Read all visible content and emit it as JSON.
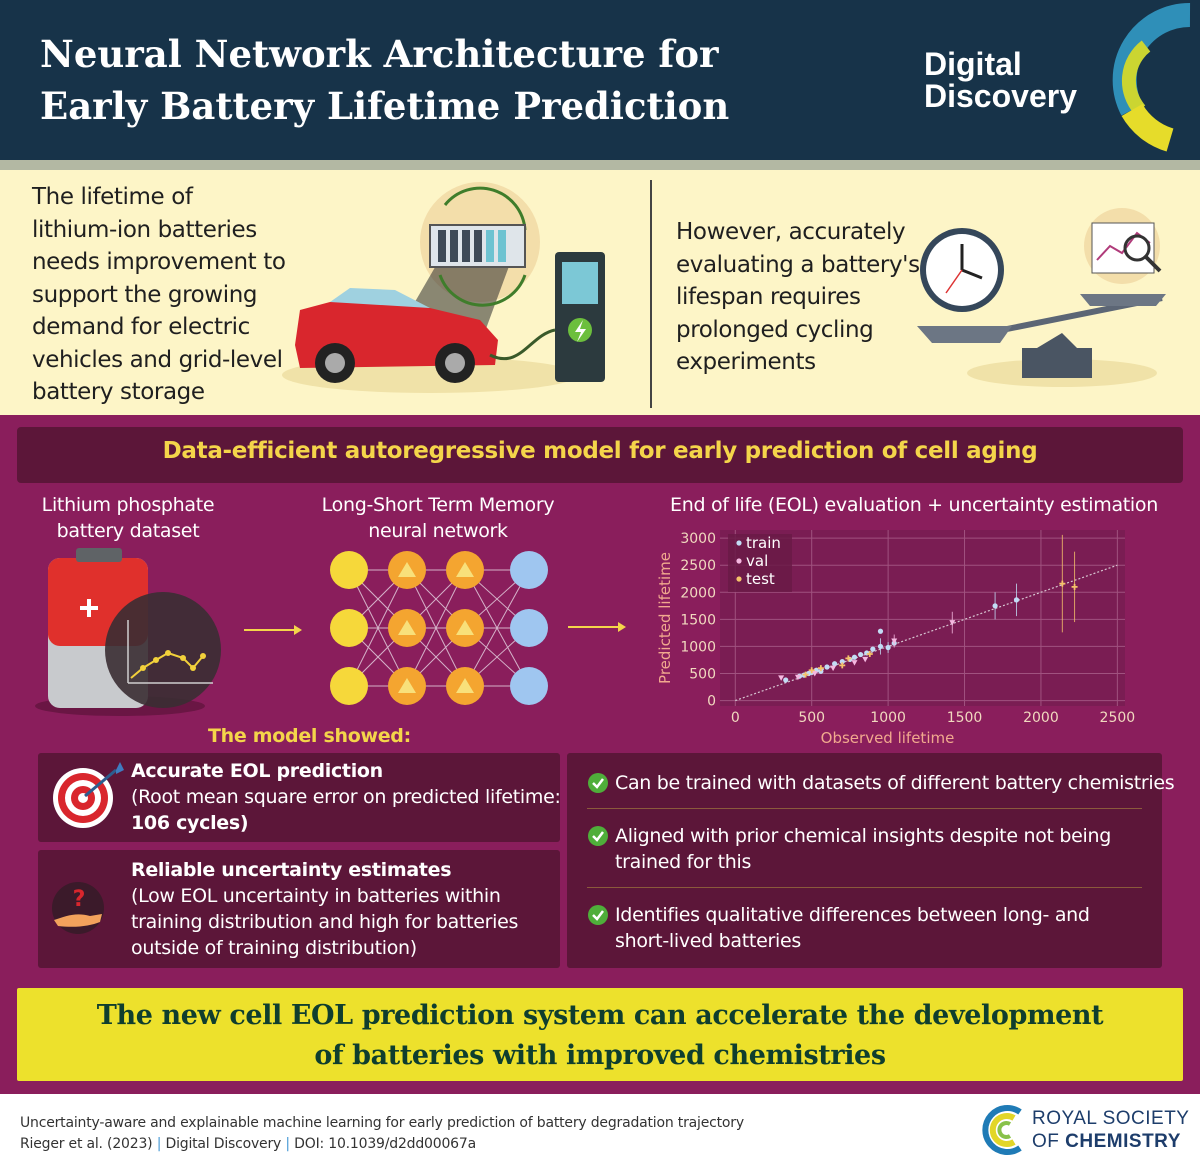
{
  "header": {
    "title_line1": "Neural Network Architecture for",
    "title_line2": "Early Battery Lifetime Prediction",
    "brand_line1": "Digital",
    "brand_line2": "Discovery"
  },
  "intro": {
    "left_lines": [
      "The lifetime of",
      "lithium-ion batteries",
      "needs improvement to",
      "support the growing",
      "demand for electric",
      "vehicles and grid-level",
      "battery storage"
    ],
    "right_lines": [
      "However, accurately",
      "evaluating a battery's",
      "lifespan requires",
      "prolonged cycling",
      "experiments"
    ]
  },
  "model": {
    "banner": "Data-efficient autoregressive model for early prediction of cell aging",
    "dataset_label": [
      "Lithium phosphate",
      "battery dataset"
    ],
    "lstm_label": [
      "Long-Short Term Memory",
      "neural network"
    ],
    "eol_label": "End of life (EOL) evaluation + uncertainty estimation",
    "showed": "The model showed:"
  },
  "chart_data": {
    "type": "scatter",
    "xlabel": "Observed lifetime",
    "ylabel": "Predicted lifetime",
    "xlim": [
      -100,
      2550
    ],
    "ylim": [
      -100,
      3150
    ],
    "xticks": [
      0,
      500,
      1000,
      1500,
      2000,
      2500
    ],
    "yticks": [
      0,
      500,
      1000,
      1500,
      2000,
      2500,
      3000
    ],
    "grid": true,
    "legend": "top-left",
    "parity_line": [
      [
        0,
        0
      ],
      [
        2500,
        2500
      ]
    ],
    "series": [
      {
        "name": "train",
        "color": "#c2dcf5",
        "marker": "circle",
        "points": [
          [
            330,
            380
          ],
          [
            420,
            450
          ],
          [
            450,
            470
          ],
          [
            480,
            500
          ],
          [
            500,
            520
          ],
          [
            530,
            560
          ],
          [
            560,
            540
          ],
          [
            600,
            620
          ],
          [
            650,
            680
          ],
          [
            700,
            720
          ],
          [
            750,
            760
          ],
          [
            780,
            800
          ],
          [
            820,
            850
          ],
          [
            860,
            880
          ],
          [
            900,
            950
          ],
          [
            950,
            1000
          ],
          [
            1000,
            980
          ],
          [
            1040,
            1060
          ],
          [
            950,
            1280
          ],
          [
            1700,
            1750
          ],
          [
            1840,
            1860
          ]
        ],
        "errors": [
          [
            950,
            150
          ],
          [
            1700,
            250
          ],
          [
            1840,
            300
          ],
          [
            1000,
            100
          ]
        ]
      },
      {
        "name": "val",
        "color": "#f5b8e0",
        "marker": "triangle-down",
        "points": [
          [
            300,
            420
          ],
          [
            410,
            430
          ],
          [
            520,
            500
          ],
          [
            640,
            600
          ],
          [
            780,
            700
          ],
          [
            850,
            760
          ],
          [
            1040,
            1100
          ],
          [
            1420,
            1440
          ]
        ],
        "errors": [
          [
            1420,
            200
          ],
          [
            1040,
            120
          ]
        ]
      },
      {
        "name": "test",
        "color": "#f5c36a",
        "marker": "plus",
        "points": [
          [
            460,
            480
          ],
          [
            500,
            560
          ],
          [
            560,
            600
          ],
          [
            700,
            650
          ],
          [
            740,
            780
          ],
          [
            880,
            860
          ],
          [
            2140,
            2160
          ],
          [
            2220,
            2100
          ]
        ],
        "errors": [
          [
            2140,
            900
          ],
          [
            2220,
            650
          ]
        ]
      }
    ]
  },
  "results": {
    "item1_title": "Accurate EOL prediction",
    "item1_body": "(Root mean square error on predicted lifetime:",
    "item1_value": "106 cycles)",
    "item2_title": "Reliable uncertainty estimates",
    "item2_body": [
      "(Low EOL uncertainty in batteries within",
      "training distribution and high for batteries",
      "outside of training distribution)"
    ],
    "checks": [
      [
        "Can be trained with datasets of different battery chemistries"
      ],
      [
        "Aligned with prior chemical insights despite not being",
        "trained for this"
      ],
      [
        "Identifies qualitative differences between long- and",
        "short-lived batteries"
      ]
    ]
  },
  "conclusion": [
    "The new cell EOL prediction system can accelerate the development",
    "of batteries with improved chemistries"
  ],
  "footer": {
    "line1": "Uncertainty-aware and explainable machine learning for early prediction of battery degradation trajectory",
    "authors": "Rieger et al. (2023)",
    "journal": "Digital Discovery",
    "doi": "DOI: 10.1039/d2dd00067a",
    "sep": "|",
    "rsc_line1": "ROYAL SOCIETY",
    "rsc_of": "OF",
    "rsc_line2": "CHEMISTRY"
  },
  "colors": {
    "header_bg": "#173349",
    "intro_bg": "#fdf5c7",
    "main_bg": "#8a1e5c",
    "box_bg": "#5c1639",
    "accent_yellow": "#f4d54a",
    "conclusion_bg": "#ede12c",
    "check_green": "#4fae3a"
  }
}
